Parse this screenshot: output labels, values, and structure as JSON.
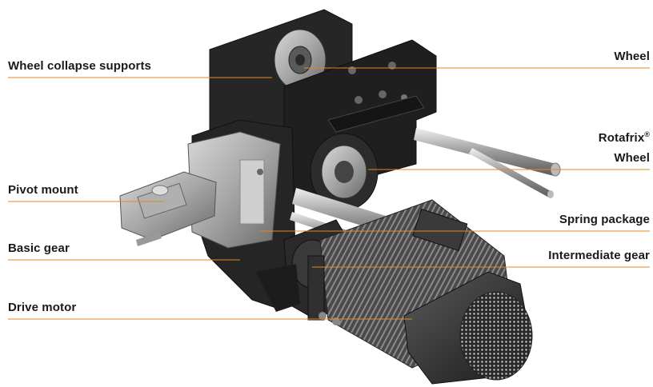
{
  "colors": {
    "leader_line": "#e08a1e",
    "steel_dark": "#1f1f1f",
    "steel_mid": "#3a3a3a",
    "metal_light": "#b8b8b8",
    "metal_mid": "#8c8c8c"
  },
  "labels": {
    "wheel_collapse_supports": "Wheel collapse supports",
    "pivot_mount": "Pivot mount",
    "basic_gear": "Basic gear",
    "drive_motor": "Drive motor",
    "wheel_top": "Wheel",
    "rotafrix_line1": "Rotafrix",
    "rotafrix_reg": "®",
    "rotafrix_line2": "Wheel",
    "spring_package": "Spring package",
    "intermediate_gear": "Intermediate gear"
  }
}
